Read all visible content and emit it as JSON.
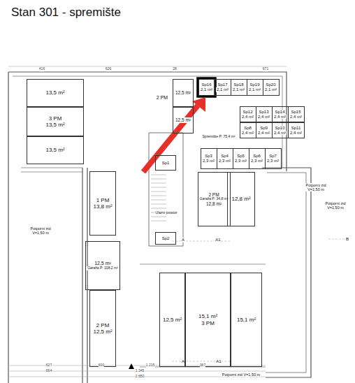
{
  "diagram": {
    "title": "Stan 301 - spremište",
    "nodes": [
      {
        "text": [
          "13,5 m²"
        ]
      },
      {
        "text": [
          "3 PM",
          "13,5 m²"
        ]
      },
      {
        "text": [
          "13,5 m²"
        ]
      },
      {
        "text": [
          "12,5 m²"
        ]
      },
      {
        "text": [
          "12,5 m²"
        ]
      },
      {
        "text": [
          "Sp16",
          "2,1 m²"
        ]
      },
      {
        "text": [
          "Sp17",
          "2,1 m²"
        ]
      },
      {
        "text": [
          "Sp18",
          "2,1 m²"
        ]
      },
      {
        "text": [
          "Sp19",
          "2,1 m²"
        ]
      },
      {
        "text": [
          "Sp20",
          "2,1 m²"
        ]
      },
      {
        "text": [
          "Sp12",
          "2,4 m²"
        ]
      },
      {
        "text": [
          "Sp13",
          "2,4 m²"
        ]
      },
      {
        "text": [
          "Sp14",
          "2,4 m²"
        ]
      },
      {
        "text": [
          "Sp15",
          "2,4 m²"
        ]
      },
      {
        "text": [
          "Sp8",
          "2,4 m²"
        ]
      },
      {
        "text": [
          "Sp9",
          "2,4 m²"
        ]
      },
      {
        "text": [
          "Sp10",
          "2,4 m²"
        ]
      },
      {
        "text": [
          "Sp11",
          "2,4 m²"
        ]
      },
      {
        "text": [
          "Sp3",
          "2,3 m²"
        ]
      },
      {
        "text": [
          "Sp4",
          "2,3 m²"
        ]
      },
      {
        "text": [
          "Sp5",
          "2,3 m²"
        ]
      },
      {
        "text": [
          "Sp6",
          "2,3 m²"
        ]
      },
      {
        "text": [
          "Sp7",
          "2,3 m²"
        ]
      },
      {
        "text": [
          "Sp1"
        ]
      },
      {
        "text": [
          "Sp2"
        ]
      },
      {
        "text": [
          "2 PM",
          "Garaža P: 34,8 m²",
          "12,8 m²"
        ]
      },
      {
        "text": [
          "12,8 m²"
        ]
      },
      {
        "text": [
          "1 PM",
          "13,8 m²"
        ]
      },
      {
        "text": [
          "12,5 m²",
          "Garaža P: 108,2 m²"
        ]
      },
      {
        "text": [
          "2 PM",
          "12,5 m²"
        ]
      },
      {
        "text": [
          "12,5 m²"
        ]
      },
      {
        "text": [
          "15,1 m²",
          "3 PM"
        ]
      },
      {
        "text": [
          "15,1 m²"
        ]
      }
    ],
    "labels": [
      "2 PM",
      "Spremište P: 75,4 m²",
      "Ulazni prostor",
      "Potporni zid V=1,50 m",
      "Potporni zid V=1,50 m",
      "Potporni zid V=1,50 m",
      "Potporni zid V=1,50 m",
      "A",
      "A1",
      "B",
      "A",
      "A1",
      "416",
      "626",
      "28",
      "671",
      "627",
      "600",
      "1.215",
      "367",
      "664",
      "1.345",
      "2.650"
    ]
  }
}
